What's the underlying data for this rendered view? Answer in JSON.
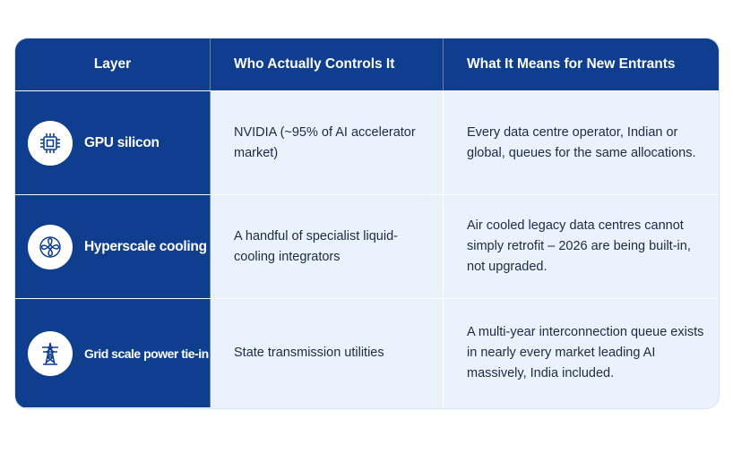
{
  "header": {
    "col1": "Layer",
    "col2": "Who Actually Controls It",
    "col3": "What It Means for New Entrants"
  },
  "rows": [
    {
      "layer": "GPU silicon",
      "icon": "chip-icon",
      "controller": "NVIDIA (~95% of AI accelerator market)",
      "meaning": "Every data centre operator, Indian or global, queues for the same allocations."
    },
    {
      "layer": "Hyperscale cooling",
      "icon": "fan-icon",
      "controller": "A handful of specialist liquid-cooling integrators",
      "meaning": "Air cooled legacy data centres cannot simply retrofit – 2026 are being built-in, not upgraded."
    },
    {
      "layer": "Grid scale power tie-in",
      "icon": "transmission-tower-icon",
      "controller": "State transmission utilities",
      "meaning": "A multi-year interconnection queue exists in nearly every market leading AI massively, India included."
    }
  ],
  "colors": {
    "header_bg": "#0f3e8e",
    "cell_bg": "#eaf2fc",
    "text": "#1c2b45"
  }
}
